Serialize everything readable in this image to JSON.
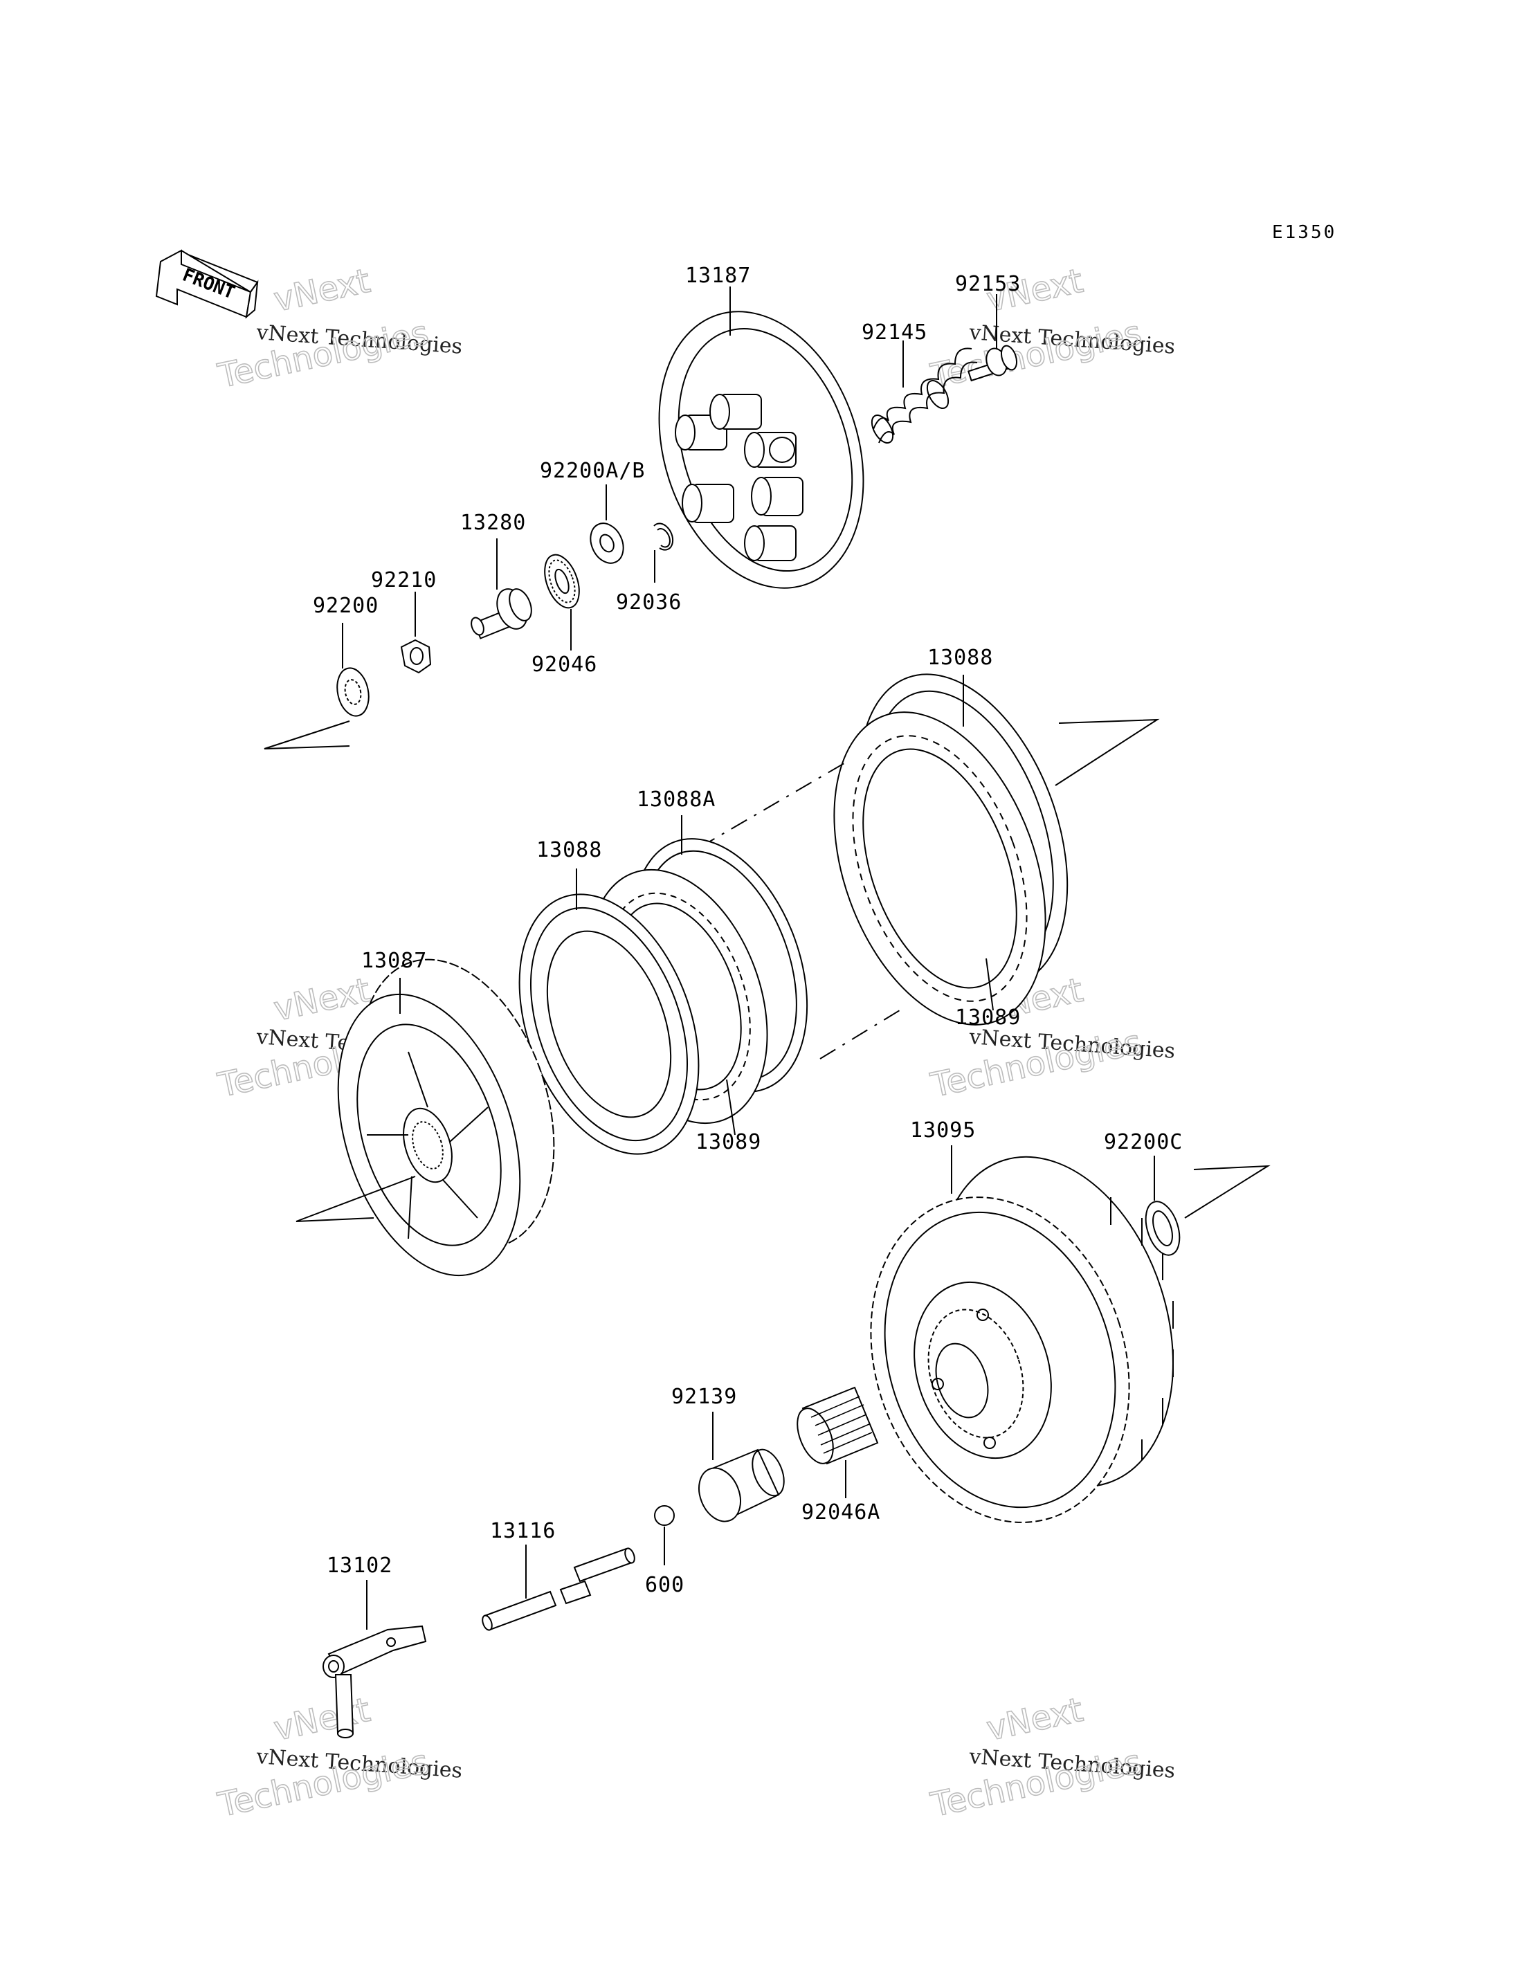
{
  "diagram_code": "E1350",
  "front_label": "FRONT",
  "watermark": {
    "line1": "vNext",
    "line2": "vNext Technologies",
    "line3": "Technologies"
  },
  "parts": {
    "p13187": "13187",
    "p92153": "92153",
    "p92145": "92145",
    "p92200ab": "92200A/B",
    "p13280": "13280",
    "p92210": "92210",
    "p92200": "92200",
    "p92036": "92036",
    "p92046": "92046",
    "p13088_top": "13088",
    "p13088a": "13088A",
    "p13088_left": "13088",
    "p13087": "13087",
    "p13089_right": "13089",
    "p13089_bottom": "13089",
    "p13095": "13095",
    "p92200c": "92200C",
    "p92139": "92139",
    "p92046a": "92046A",
    "p13116": "13116",
    "p600": "600",
    "p13102": "13102"
  }
}
